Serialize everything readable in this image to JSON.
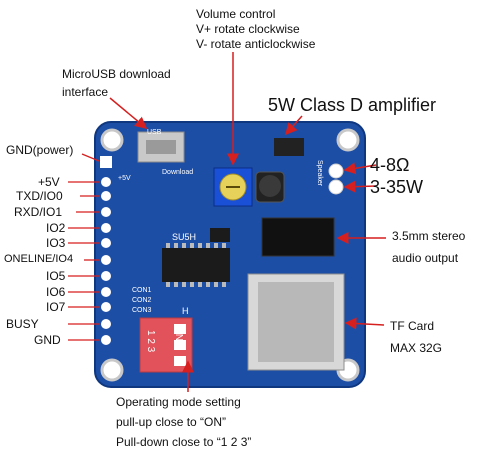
{
  "annotations": {
    "volume": {
      "title": "Volume control",
      "line1": "V+ rotate clockwise",
      "line2": "V- rotate anticlockwise"
    },
    "usb": {
      "line1": "MicroUSB download",
      "line2": "interface"
    },
    "amplifier": "5W Class D amplifier",
    "impedance": "4-8Ω",
    "voltage": "3-35W",
    "audio_out": {
      "line1": "3.5mm stereo",
      "line2": "audio output"
    },
    "tf_card": {
      "line1": "TF Card",
      "line2": "MAX 32G"
    },
    "mode": {
      "line1": "Operating mode setting",
      "line2": "pull-up close to “ON”",
      "line3": "Pull-down close to “1 2 3”"
    }
  },
  "pins": [
    "GND(power)",
    "+5V",
    "TXD/IO0",
    "RXD/IO1",
    "IO2",
    "IO3",
    "ONELINE/IO4",
    "IO5",
    "IO6",
    "IO7",
    "BUSY",
    "GND"
  ],
  "board": {
    "chip_label": "SU5H",
    "dip_on": "ON",
    "dip_digits": "1 2 3",
    "dip_h": "H",
    "con_labels": [
      "CON1",
      "CON2",
      "CON3"
    ],
    "speaker_label": "Speaker",
    "download_label": "Download",
    "five_v": "+5V",
    "usb_label": "USB"
  },
  "colors": {
    "board": "#1d4ea6",
    "board_edge": "#0f3780",
    "annotation": "#d61f1f",
    "dip_switch": "#e2525a",
    "text": "#111111"
  }
}
